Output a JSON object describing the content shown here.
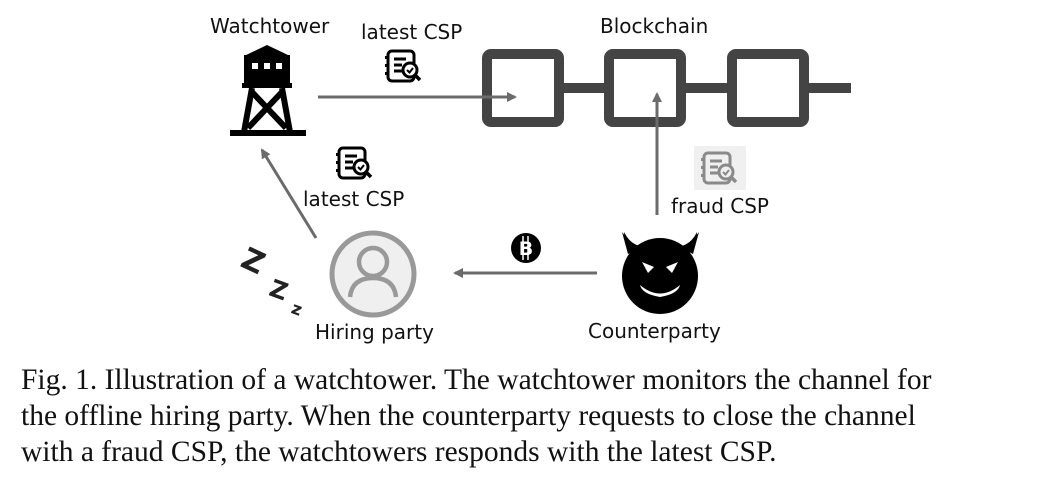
{
  "diagram": {
    "nodes": {
      "watchtower": {
        "label": "Watchtower",
        "icon": "watchtower-icon"
      },
      "blockchain": {
        "label": "Blockchain",
        "icon": "blockchain-blocks",
        "block_count": 3
      },
      "hiring_party": {
        "label": "Hiring party",
        "icon": "user-avatar-icon",
        "state_icon": "sleep-zzz-icon"
      },
      "counterparty": {
        "label": "Counterparty",
        "icon": "devil-face-icon"
      }
    },
    "edges": [
      {
        "from": "watchtower",
        "to": "blockchain",
        "label": "latest CSP",
        "icon": "document-check-icon"
      },
      {
        "from": "hiring_party",
        "to": "watchtower",
        "label": "latest CSP",
        "icon": "document-check-icon"
      },
      {
        "from": "counterparty",
        "to": "blockchain",
        "label": "fraud CSP",
        "icon": "document-check-icon-faded"
      },
      {
        "from": "counterparty",
        "to": "hiring_party",
        "label": "",
        "icon": "bitcoin-icon"
      }
    ]
  },
  "caption": {
    "lines": [
      "Fig. 1.  Illustration of a watchtower. The watchtower monitors the channel for",
      "the offline hiring party. When the counterparty requests to close the channel",
      "with a fraud CSP, the watchtowers responds with the latest CSP."
    ]
  },
  "colors": {
    "arrow": "#6b6b6b",
    "block": "#444444",
    "icon": "#000000",
    "avatar_fill": "#efefef",
    "avatar_stroke": "#999999"
  }
}
